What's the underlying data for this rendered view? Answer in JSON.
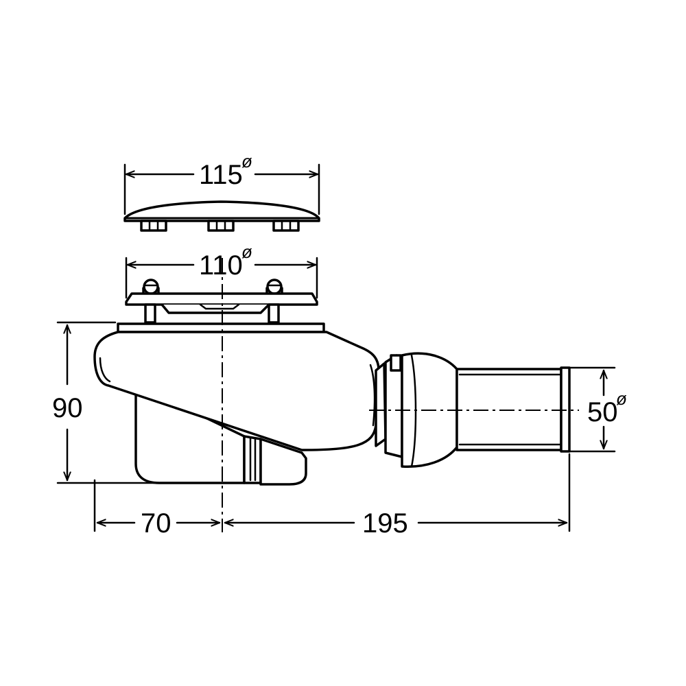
{
  "dimensions": {
    "cover_diameter": "115",
    "flange_diameter": "110",
    "height": "90",
    "outlet_diameter": "50",
    "center_offset": "70",
    "length": "195",
    "diameter_symbol": "ø"
  }
}
